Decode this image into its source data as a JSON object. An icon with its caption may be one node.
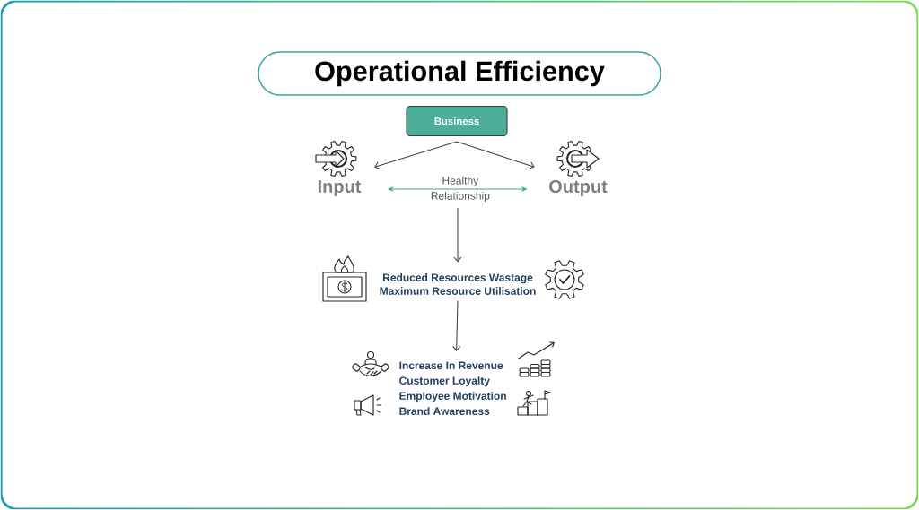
{
  "diagram": {
    "title": "Operational Efficiency",
    "nodes": [
      {
        "text": [
          "Business"
        ]
      },
      {
        "text": [
          "Input"
        ]
      },
      {
        "text": [
          "Output"
        ]
      },
      {
        "text": [
          "Reduced Resources Wastage",
          "Maximum Resource Utilisation"
        ]
      },
      {
        "text": [
          "Increase In Revenue",
          "Customer Loyalty",
          "Employee Motivation",
          "Brand Awareness"
        ]
      }
    ],
    "edges": [
      {
        "from": 0,
        "to": 1,
        "arrow": "to"
      },
      {
        "from": 0,
        "to": 2,
        "arrow": "to"
      },
      {
        "from": 1,
        "to": 2,
        "arrow": "both",
        "label": "Healthy Relationship",
        "color": "#3aa592"
      },
      {
        "from": null,
        "to": 3,
        "arrow": "to"
      },
      {
        "from": 3,
        "to": 4,
        "arrow": "to"
      }
    ]
  }
}
